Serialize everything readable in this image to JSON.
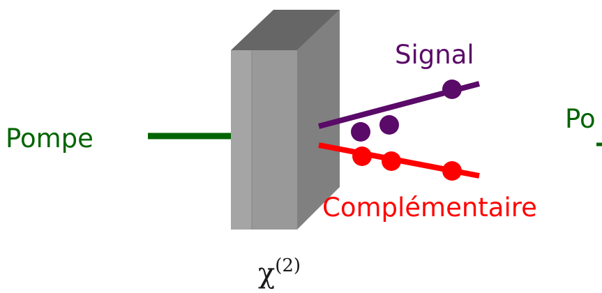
{
  "labels": {
    "pump": "Pompe",
    "signal": "Signal",
    "idler": "Complémentaire",
    "pump_out": "Po",
    "crystal_symbol": "χ",
    "crystal_order": "(2)"
  },
  "colors": {
    "pump": "#006400",
    "signal": "#5a0a68",
    "idler": "#ff0000",
    "crystal_front": "#999999",
    "crystal_left_strip": "#a5a5a5",
    "crystal_top": "#666666",
    "crystal_side": "#808080",
    "text_dark": "#1a1a1a"
  },
  "photon_counts": {
    "signal": 3,
    "idler": 3
  }
}
